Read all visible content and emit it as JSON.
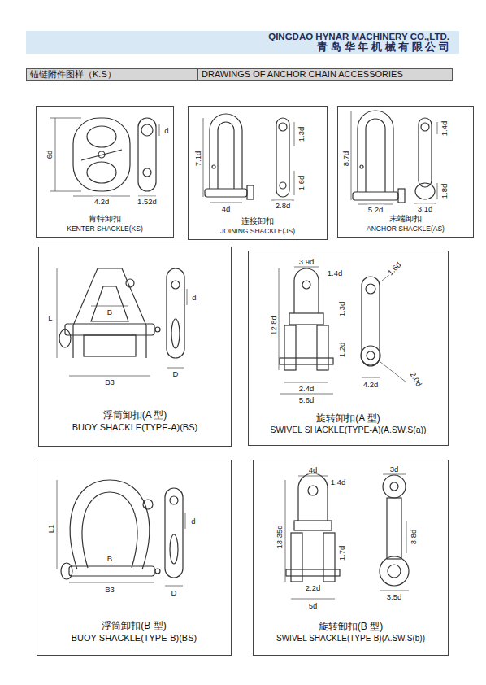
{
  "diagram": {
    "nodes": [
      {
        "text": [
          "QINGDAO HYNAR MACHINERY CO.,LTD.",
          "青 岛 华 年 机 械 有 限 公 司"
        ]
      },
      {
        "text": [
          "锚链附件图样（K.S）"
        ]
      },
      {
        "text": [
          "DRAWINGS OF ANCHOR CHAIN ACCESSORIES"
        ]
      },
      {
        "text": [
          "肯特卸扣",
          "KENTER SHACKLE(KS)"
        ]
      },
      {
        "text": [
          "连接卸扣",
          "JOINING SHACKLE(JS)"
        ]
      },
      {
        "text": [
          "末端卸扣",
          "ANCHOR SHACKLE(AS)"
        ]
      },
      {
        "text": [
          "浮筒卸扣(A 型)",
          "BUOY SHACKLE(TYPE-A)(BS)"
        ]
      },
      {
        "text": [
          "旋转卸扣(A 型)",
          "SWIVEL SHACKLE(TYPE-A)(A.SW.S(a))"
        ]
      },
      {
        "text": [
          "浮筒卸扣(B 型)",
          "BUOY SHACKLE(TYPE-B)(BS)"
        ]
      },
      {
        "text": [
          "旋转卸扣(B 型)",
          "SWIVEL SHACKLE(TYPE-B)(A.SW.S(b))"
        ]
      }
    ],
    "labels": [
      "6d",
      "d",
      "4.2d",
      "1.52d",
      "7.1d",
      "4d",
      "1.3d",
      "1.6d",
      "2.8d",
      "8.7d",
      "5.2d",
      "1.4d",
      "3.1d",
      "1.8d",
      "L",
      "B",
      "B3",
      "d",
      "D",
      "3.9d",
      "1.4d",
      "1.6d",
      "12.8d",
      "1.3d",
      "1.2d",
      "2.4d",
      "4.2d",
      "5.6d",
      "2.0d",
      "L1",
      "B",
      "B3",
      "d",
      "D",
      "4d",
      "1.4d",
      "3d",
      "13.35d",
      "1.7d",
      "3.8d",
      "2.2d",
      "3.5d",
      "5d"
    ]
  }
}
